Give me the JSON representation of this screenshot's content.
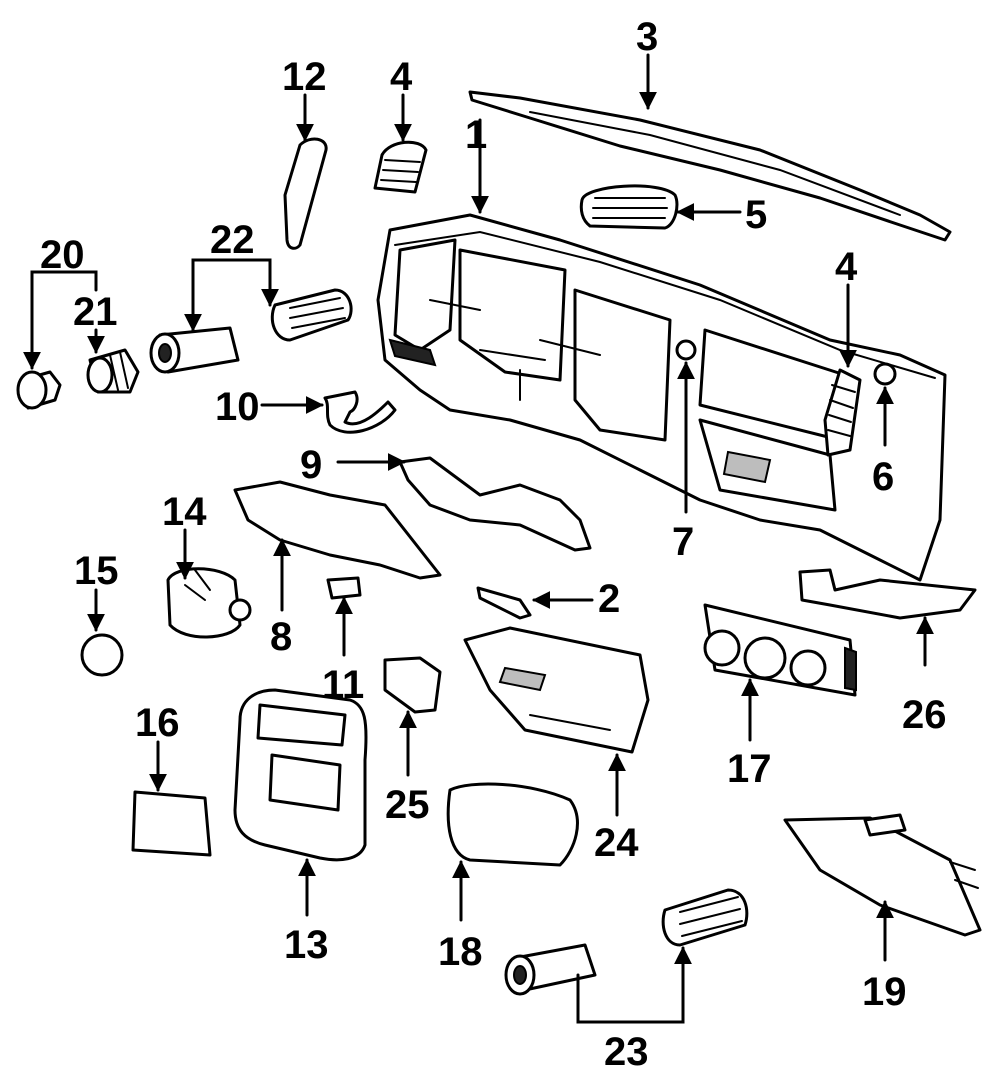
{
  "callouts": {
    "c1": "1",
    "c2": "2",
    "c3": "3",
    "c4a": "4",
    "c4b": "4",
    "c5": "5",
    "c6": "6",
    "c7": "7",
    "c8": "8",
    "c9": "9",
    "c10": "10",
    "c11": "11",
    "c12": "12",
    "c13": "13",
    "c14": "14",
    "c15": "15",
    "c16": "16",
    "c17": "17",
    "c18": "18",
    "c19": "19",
    "c20": "20",
    "c21": "21",
    "c22": "22",
    "c23": "23",
    "c24": "24",
    "c25": "25",
    "c26": "26"
  }
}
